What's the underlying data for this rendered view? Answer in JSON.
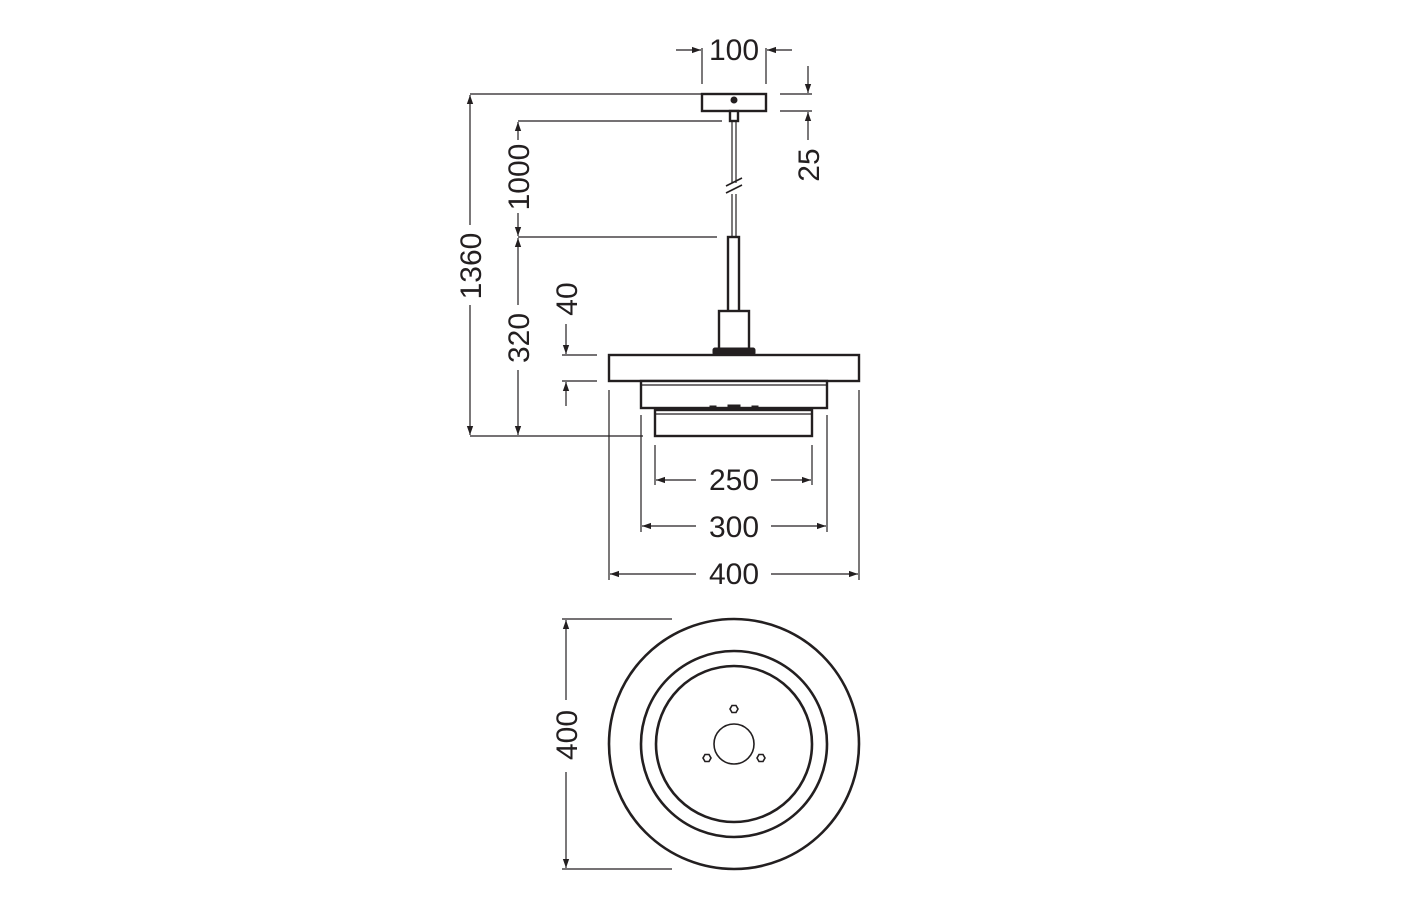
{
  "colors": {
    "line": "#231f20",
    "background": "#ffffff"
  },
  "dimensions": {
    "canopy_width": "100",
    "canopy_height": "25",
    "cable_length": "1000",
    "total_height": "1360",
    "body_height": "320",
    "disc_thickness": "40",
    "inner_diameter": "250",
    "middle_diameter": "300",
    "outer_diameter": "400",
    "plan_diameter": "400"
  }
}
